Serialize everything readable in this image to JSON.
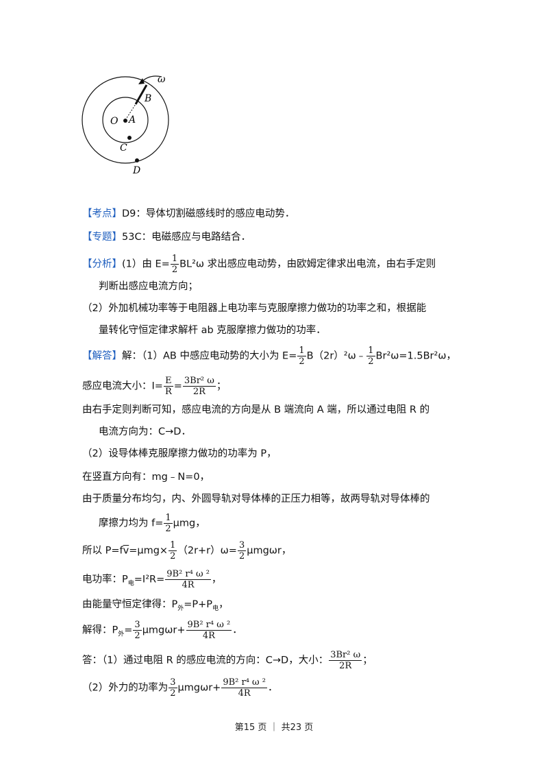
{
  "figure": {
    "labels": {
      "omega": "ω",
      "B": "B",
      "O": "O",
      "A": "A",
      "C": "C",
      "D": "D"
    }
  },
  "kaodian": {
    "tag": "【考点】",
    "text": "D9：导体切割磁感线时的感应电动势．"
  },
  "zhuanti": {
    "tag": "【专题】",
    "text": "53C：电磁感应与电路结合．"
  },
  "fenxi": {
    "tag": "【分析】",
    "l1_pre": "(1）由 E=",
    "l1_frac": {
      "num": "1",
      "den": "2"
    },
    "l1_post": "BL²ω 求出感应电动势，由欧姆定律求出电流，由右手定则",
    "l2": "判断出感应电流方向；",
    "l3": "（2）外加机械功率等于电阻器上电功率与克服摩擦力做功的功率之和，根据能",
    "l4": "量转化守恒定律求解杆 ab 克服摩擦力做功的功率．"
  },
  "jieda": {
    "tag": "【解答】",
    "l1_a": "解：（1）AB 中感应电动势的大小为 E=",
    "l1_frac1": {
      "num": "1",
      "den": "2"
    },
    "l1_b": "B（2r）²ω﹣",
    "l1_frac2": {
      "num": "1",
      "den": "2"
    },
    "l1_c": "Br²ω=1.5Br²ω，",
    "l2_a": "感应电流大小：I=",
    "l2_frac1": {
      "num": "E",
      "den": "R"
    },
    "l2_eq": "=",
    "l2_frac2": {
      "num": "3Br² ω",
      "den": "2R"
    },
    "l2_end": "；",
    "l3": "由右手定则判断可知，感应电流的方向是从 B 端流向 A 端，所以通过电阻 R 的",
    "l4": "电流方向为：C→D．",
    "l5": "（2）设导体棒克服摩擦力做功的功率为 P，",
    "l6": "在竖直方向有：mg﹣N=0，",
    "l7": "由于质量分布均匀，内、外圆导轨对导体棒的正压力相等，故两导轨对导体棒的",
    "l8_a": "摩擦力均为 f=",
    "l8_frac": {
      "num": "1",
      "den": "2"
    },
    "l8_b": "μmg，",
    "l9_a": "所以 P=f",
    "l9_v": "v",
    "l9_b": "=μmg×",
    "l9_frac1": {
      "num": "1",
      "den": "2"
    },
    "l9_c": "（2r+r）ω=",
    "l9_frac2": {
      "num": "3",
      "den": "2"
    },
    "l9_d": "μmgωr，",
    "l10_a": "电功率：P",
    "l10_sub": "电",
    "l10_b": "=I²R=",
    "l10_frac": {
      "num": "9B² r⁴ ω ²",
      "den": "4R"
    },
    "l10_end": "，",
    "l11_a": "由能量守恒定律得：P",
    "l11_sub1": "外",
    "l11_b": "=P+P",
    "l11_sub2": "电",
    "l11_end": "，",
    "l12_a": "解得：P",
    "l12_sub": "外",
    "l12_b": "=",
    "l12_frac1": {
      "num": "3",
      "den": "2"
    },
    "l12_c": "μmgωr+",
    "l12_frac2": {
      "num": "9B² r⁴ ω ²",
      "den": "4R"
    },
    "l12_end": "．",
    "l13_a": "答：（1）通过电阻 R 的感应电流的方向：C→D，大小：",
    "l13_frac": {
      "num": "3Br² ω",
      "den": "2R"
    },
    "l13_end": "；",
    "l14_a": "（2）外力的功率为",
    "l14_frac1": {
      "num": "3",
      "den": "2"
    },
    "l14_b": "μmgωr+",
    "l14_frac2": {
      "num": "9B² r⁴ ω ²",
      "den": "4R"
    },
    "l14_end": "．"
  },
  "footer": {
    "text": "第15 页 ｜ 共23 页"
  }
}
